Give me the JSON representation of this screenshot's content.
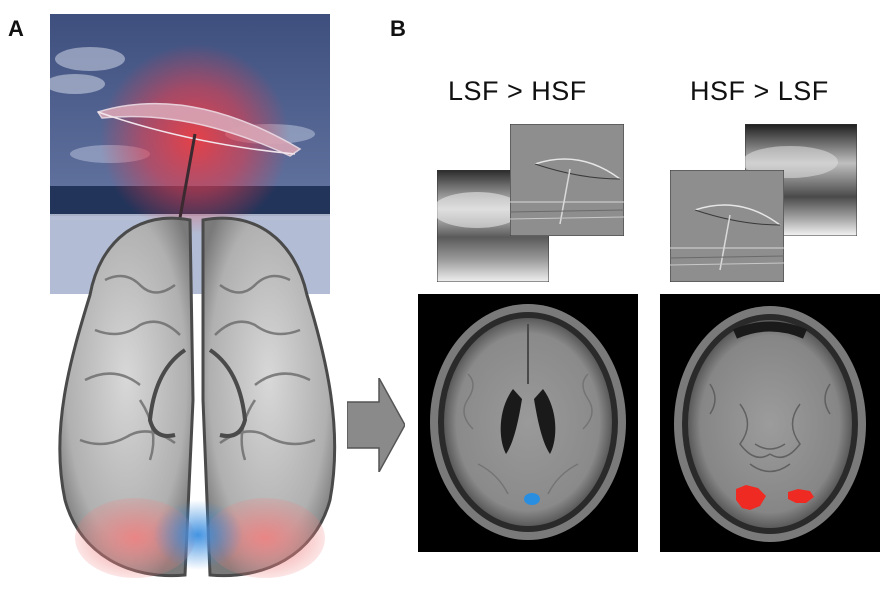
{
  "panel_a": {
    "label": "A"
  },
  "panel_b": {
    "label": "B",
    "conditions": [
      {
        "heading": "LSF > HSF"
      },
      {
        "heading": "HSF > LSF"
      }
    ]
  },
  "colors": {
    "activation_red": "#ef2a22",
    "activation_blue": "#2f8fd8",
    "sky": "#4a5a8a",
    "arrow": "#888888"
  }
}
